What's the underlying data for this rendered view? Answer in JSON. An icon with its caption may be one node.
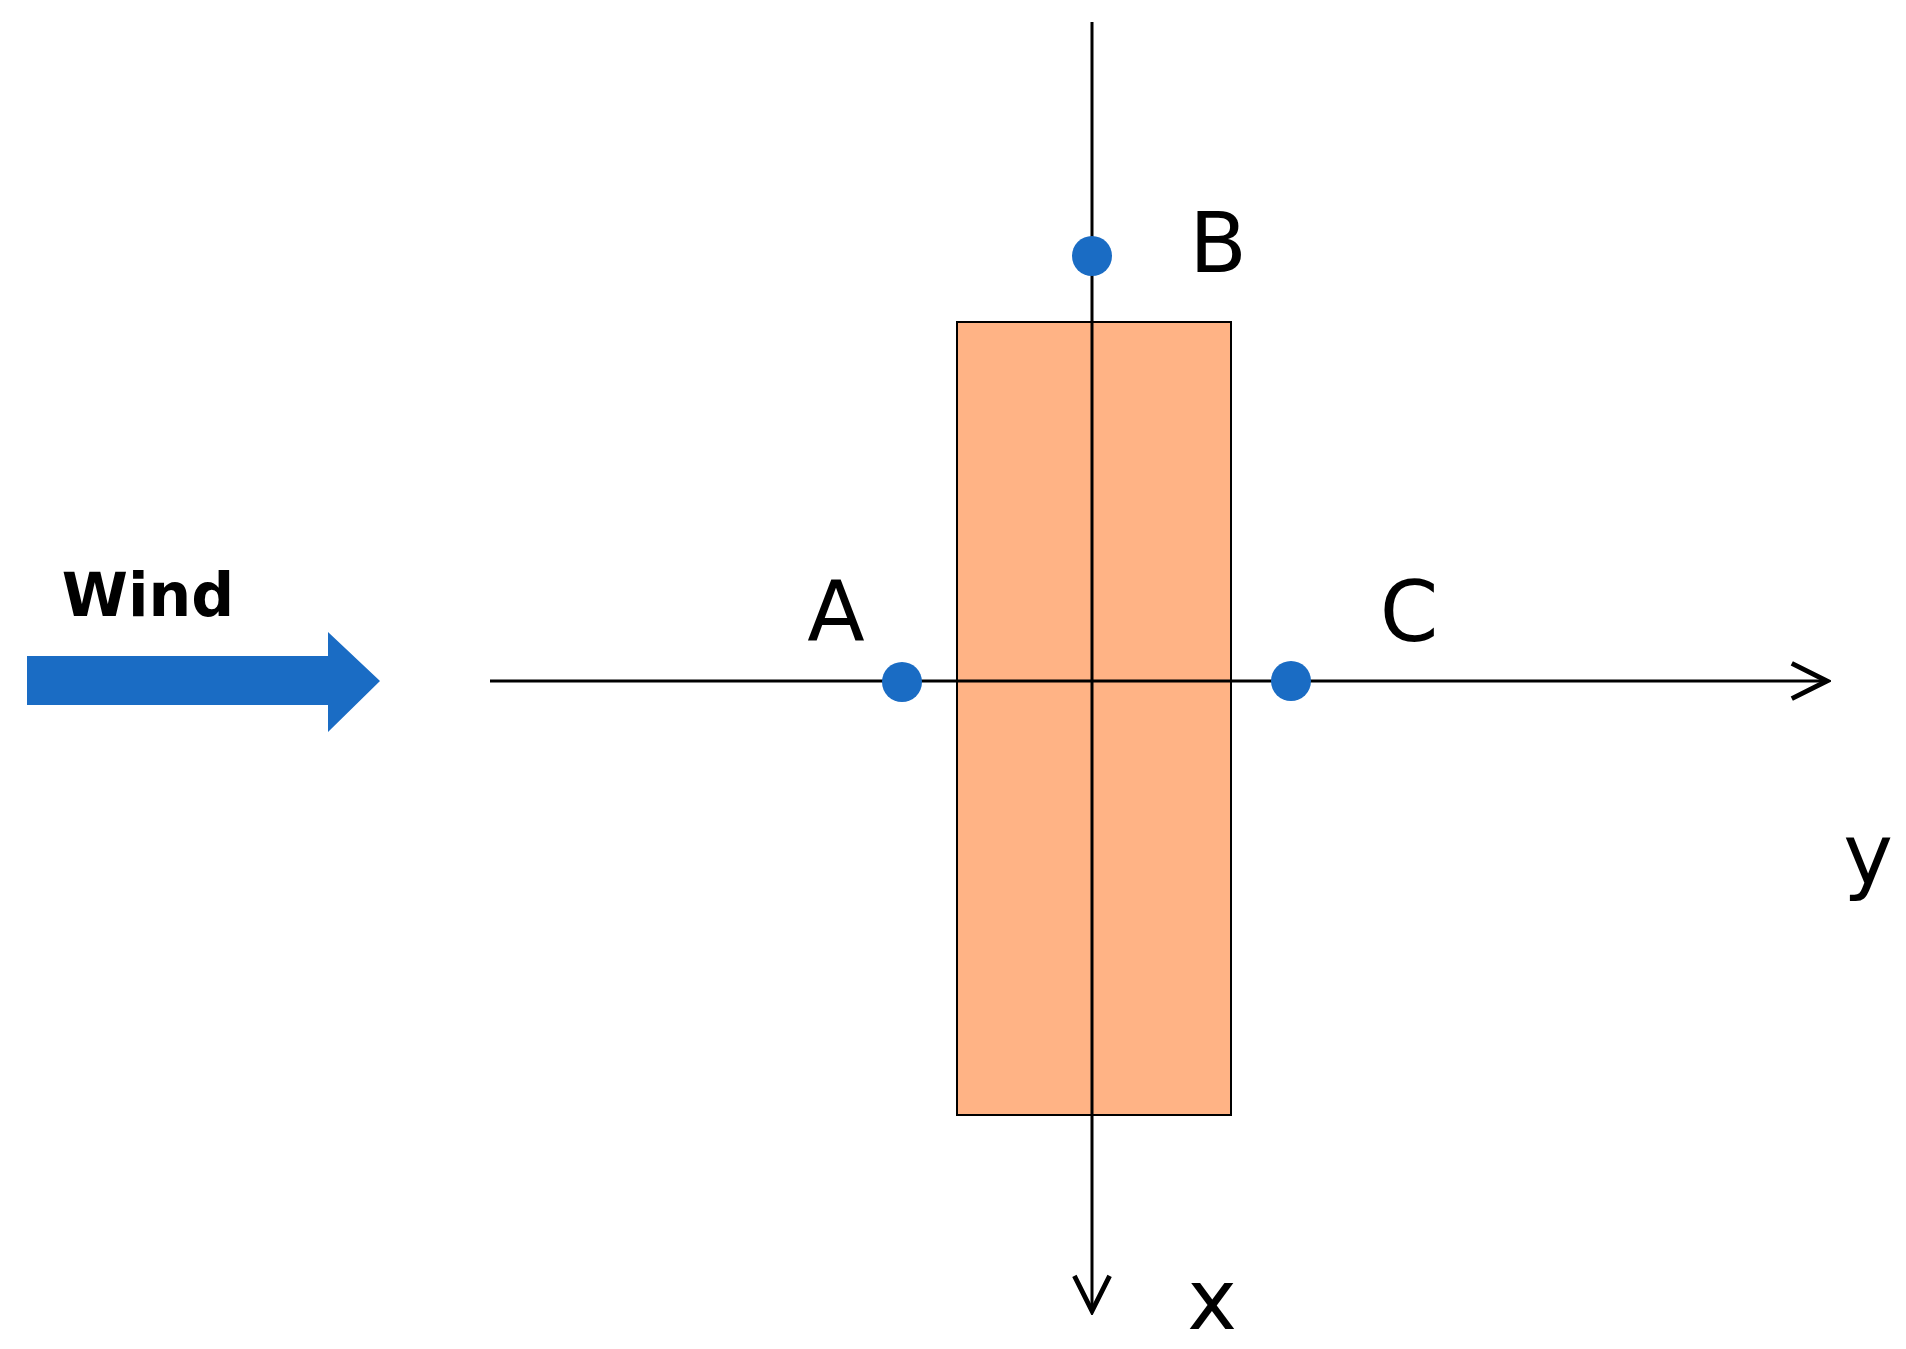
{
  "diagram": {
    "nodes": [
      {
        "text": [],
        "shape": "circle",
        "beside": [
          "A"
        ]
      },
      {
        "text": [],
        "shape": "circle",
        "beside": [
          "B"
        ]
      },
      {
        "text": [],
        "shape": "circle",
        "beside": [
          "C"
        ]
      },
      {
        "text": [],
        "shape": "box"
      }
    ],
    "labels": [
      "Wind",
      "y",
      "x"
    ]
  }
}
